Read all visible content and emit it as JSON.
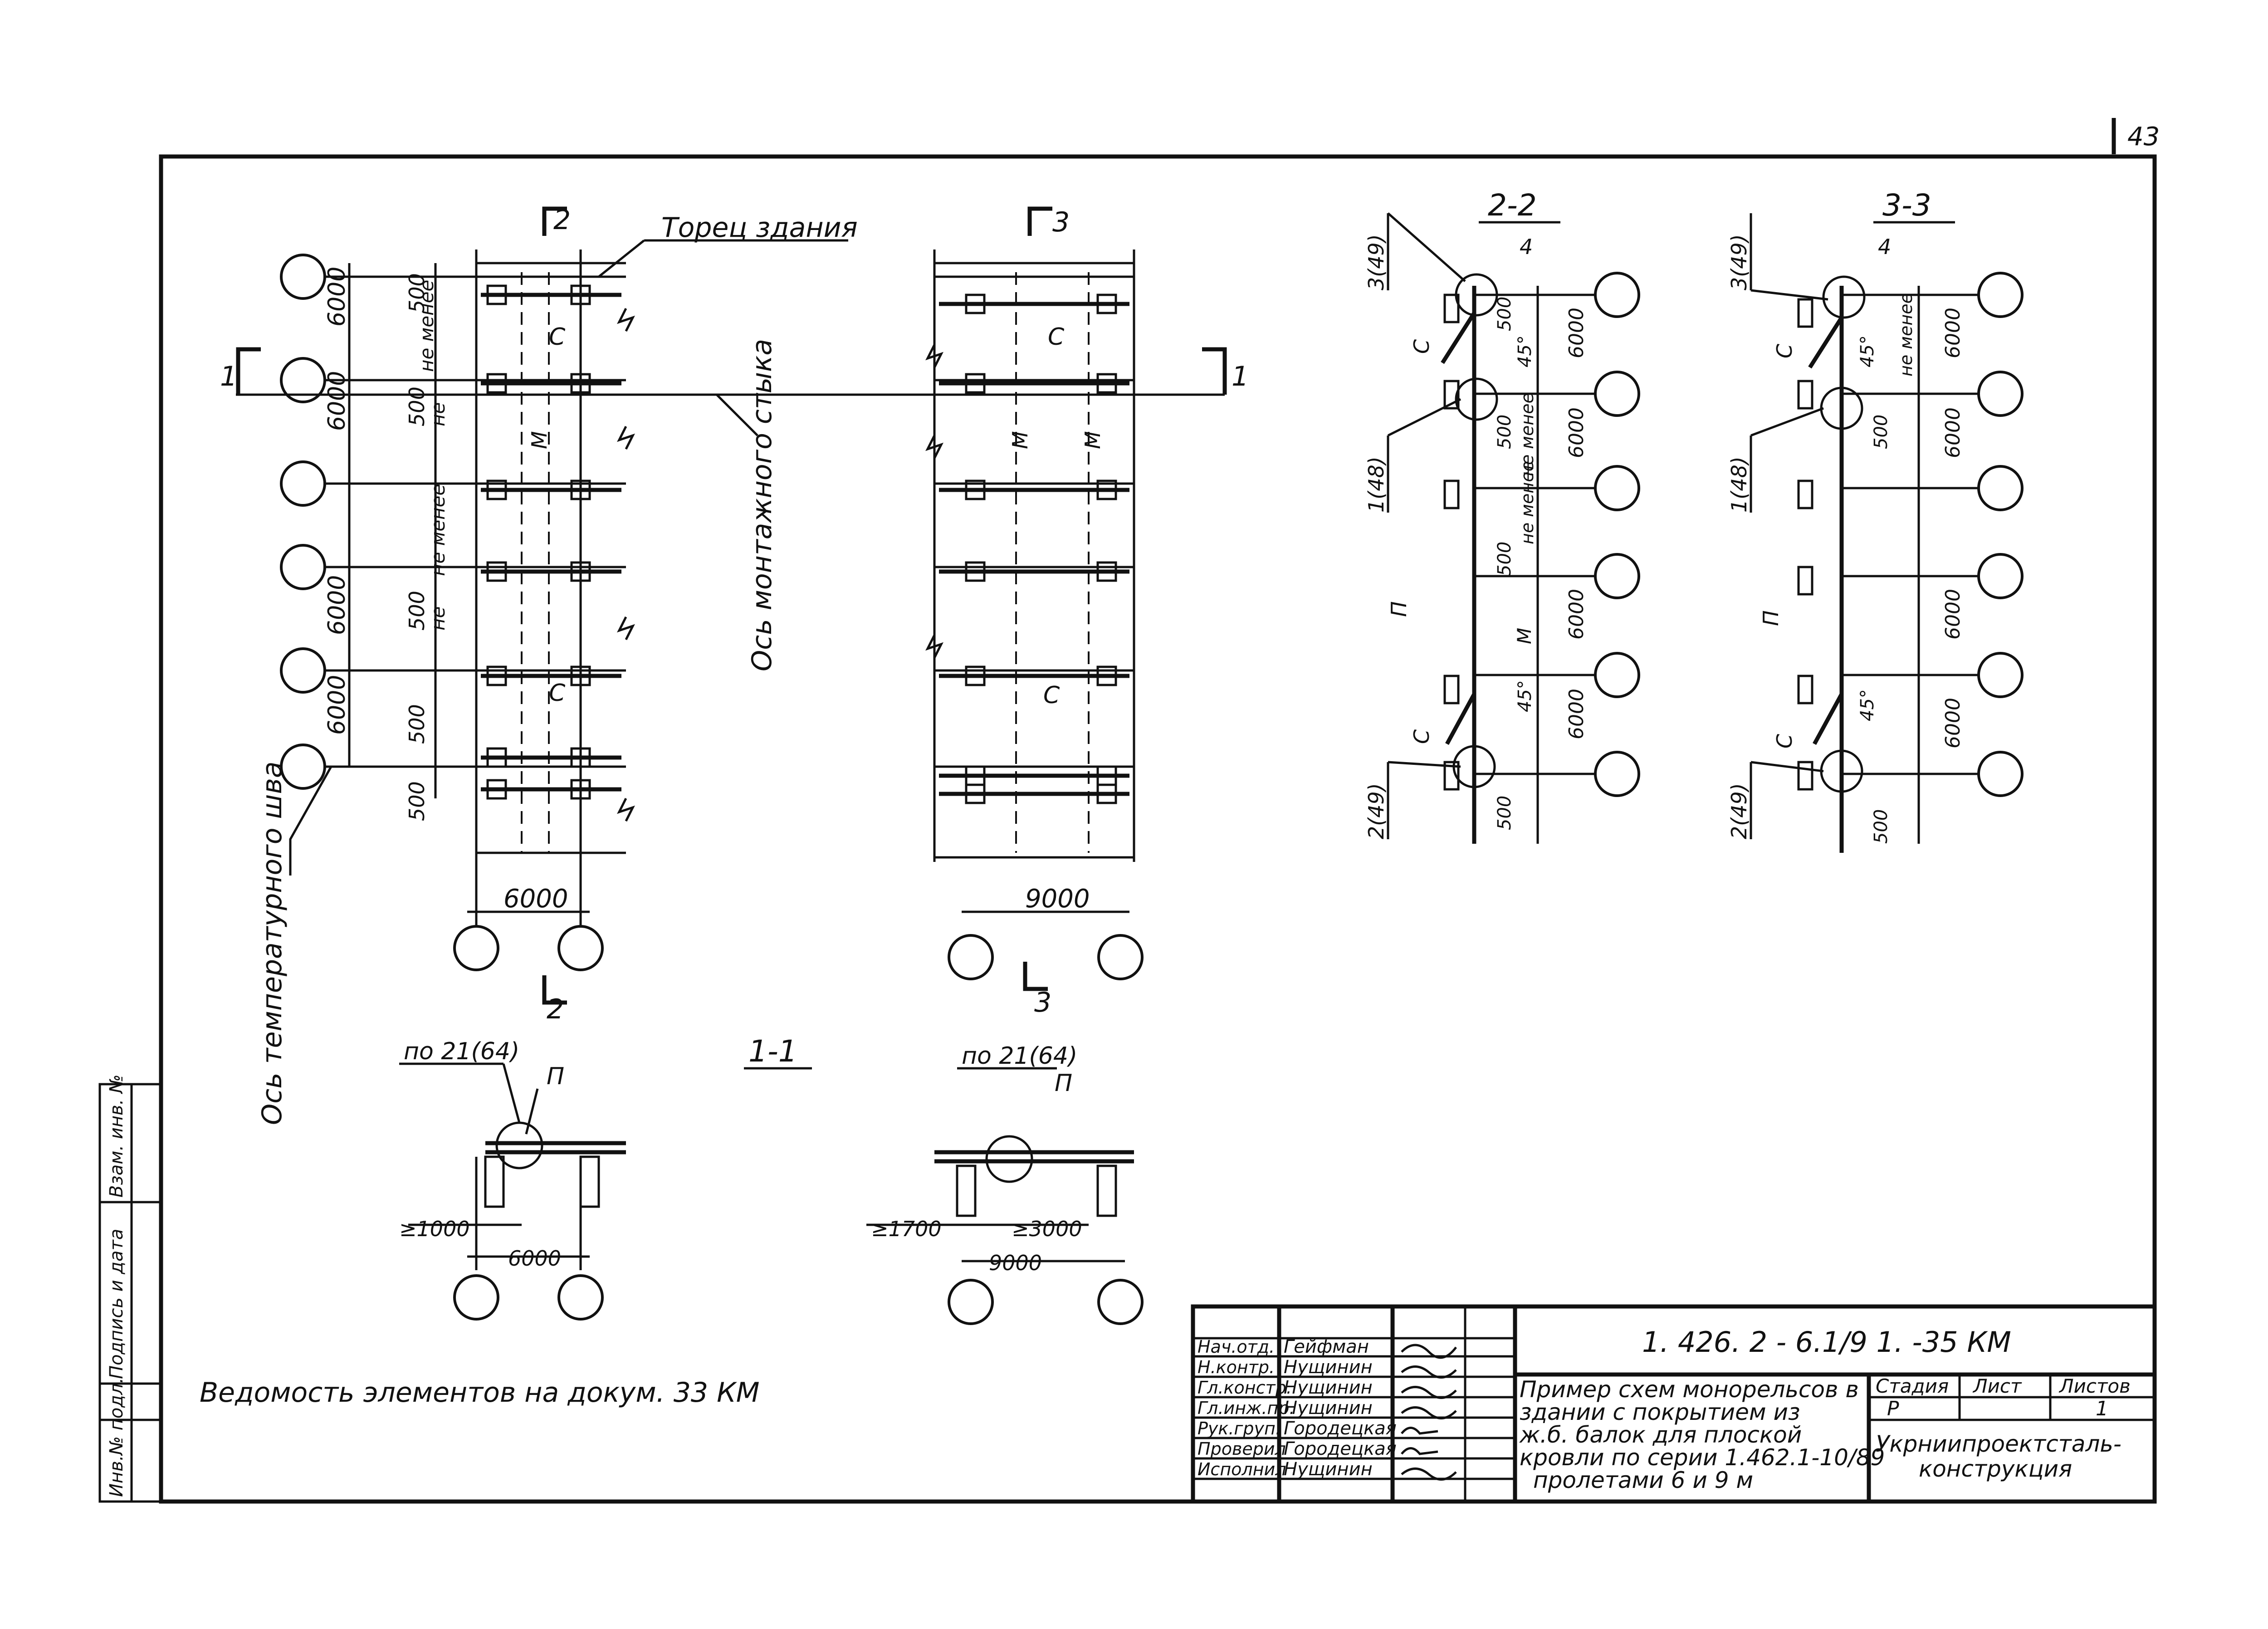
{
  "page_number": "43",
  "plan_a": {
    "section_mark_top": "2",
    "section_mark_bottom": "2",
    "building_end": "Торец здания",
    "joint_axis_label": "Ось температурного шва",
    "span": "6000",
    "bay": "6000",
    "dim_500": "500",
    "ne_menee": "не менее",
    "ne": "не",
    "label_c": "С",
    "label_m": "М"
  },
  "plan_b": {
    "section_mark_top": "3",
    "section_mark_bottom": "3",
    "span": "9000",
    "label_c": "С",
    "label_m": "М"
  },
  "section_mark_left": "1",
  "section_mark_right": "1",
  "assembly_axis_label": "Ось монтажного стыка",
  "section_1_1": {
    "title": "1-1",
    "ref_left": "по 21(64)",
    "ref_right": "по 21(64)",
    "label_p": "П",
    "dim_ge_1000": "≥1000",
    "dim_6000": "6000",
    "dim_ge_1700": "≥1700",
    "dim_ge_3000": "≥3000",
    "dim_9000": "9000"
  },
  "section_2_2": {
    "title": "2-2",
    "ref_3_49": "3(49)",
    "ref_1_48": "1(48)",
    "ref_2_49": "2(49)",
    "label_4": "4",
    "label_c": "С",
    "label_p": "П",
    "label_m": "М",
    "angle": "45°",
    "dim_500": "500",
    "dim_6000": "6000",
    "ne_menee": "не менее"
  },
  "section_3_3": {
    "title": "3-3",
    "ref_3_49": "3(49)",
    "ref_1_48": "1(48)",
    "ref_2_49": "2(49)",
    "label_4": "4",
    "label_c": "С",
    "label_p": "П",
    "angle": "45°",
    "dim_500": "500",
    "dim_6000": "6000",
    "ne_menee": "не менее"
  },
  "elements_note": "Ведомость элементов на докум. 33 КМ",
  "left_stamp": [
    "Инв.№ подл.",
    "Подпись и дата",
    "Взам. инв. №"
  ],
  "title_block": {
    "code": "1. 426. 2 - 6.1/9 1.   -35 КМ",
    "description": [
      "Пример схем монорельсов в",
      "здании с покрытием из",
      "ж.б. балок для плоской",
      "кровли по серии 1.462.1-10/89",
      "пролетами 6 и 9 м"
    ],
    "stage_header": "Стадия",
    "sheet_header": "Лист",
    "sheets_header": "Листов",
    "stage": "Р",
    "sheets": "1",
    "organization": [
      "Укрниипроектсталь-",
      "конструкция"
    ],
    "staff": [
      {
        "role": "Нач.отд.",
        "name": "Гейфман"
      },
      {
        "role": "Н.контр.",
        "name": "Нущинин"
      },
      {
        "role": "Гл.констр.",
        "name": "Нущинин"
      },
      {
        "role": "Гл.инж.пр.",
        "name": "Нущинин"
      },
      {
        "role": "Рук.груп.",
        "name": "Городецкая"
      },
      {
        "role": "Проверил",
        "name": "Городецкая"
      },
      {
        "role": "Исполнил",
        "name": "Нущинин"
      }
    ]
  }
}
